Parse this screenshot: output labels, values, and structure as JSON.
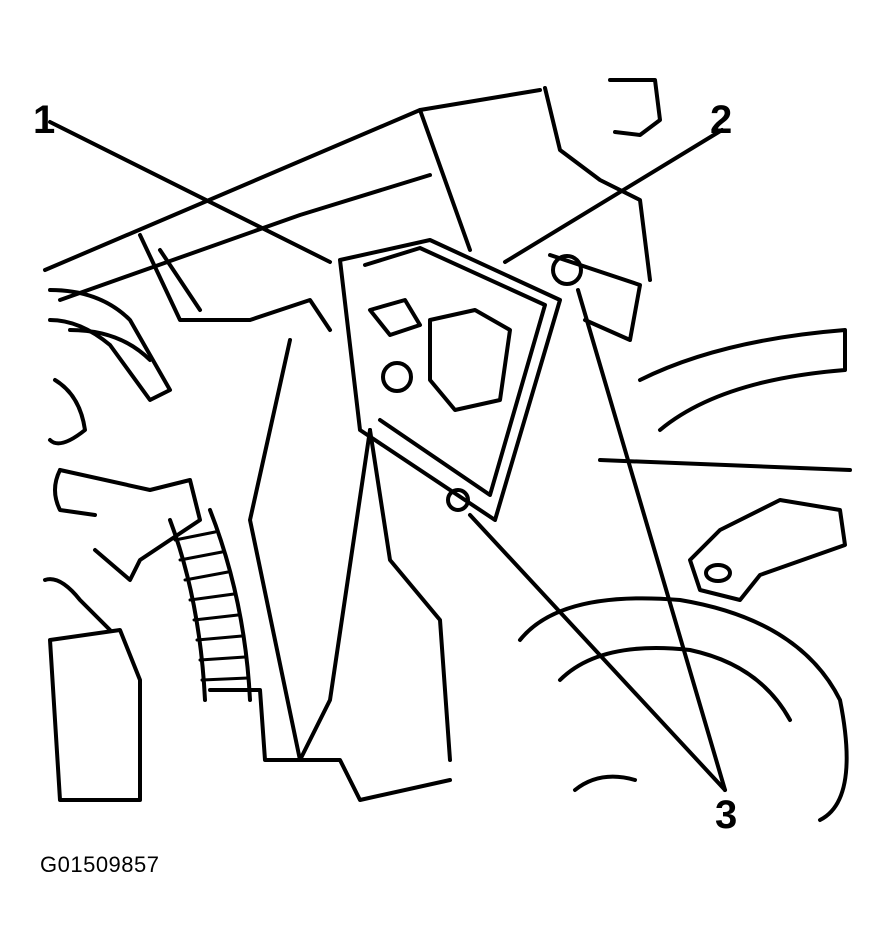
{
  "diagram": {
    "callouts": [
      {
        "id": "1",
        "label": "1"
      },
      {
        "id": "2",
        "label": "2"
      },
      {
        "id": "3",
        "label": "3"
      }
    ],
    "figure_id": "G01509857",
    "colors": {
      "ink": "#000000",
      "paper": "#ffffff"
    }
  }
}
